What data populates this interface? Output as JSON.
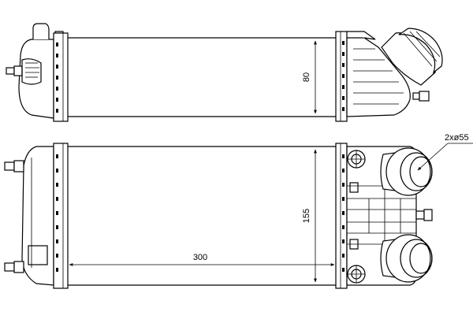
{
  "dimensions": {
    "top_height": "80",
    "bottom_height": "155",
    "core_length": "300",
    "pipe_diameter": "2xø55"
  },
  "colors": {
    "line": "#000000",
    "background": "#ffffff"
  }
}
